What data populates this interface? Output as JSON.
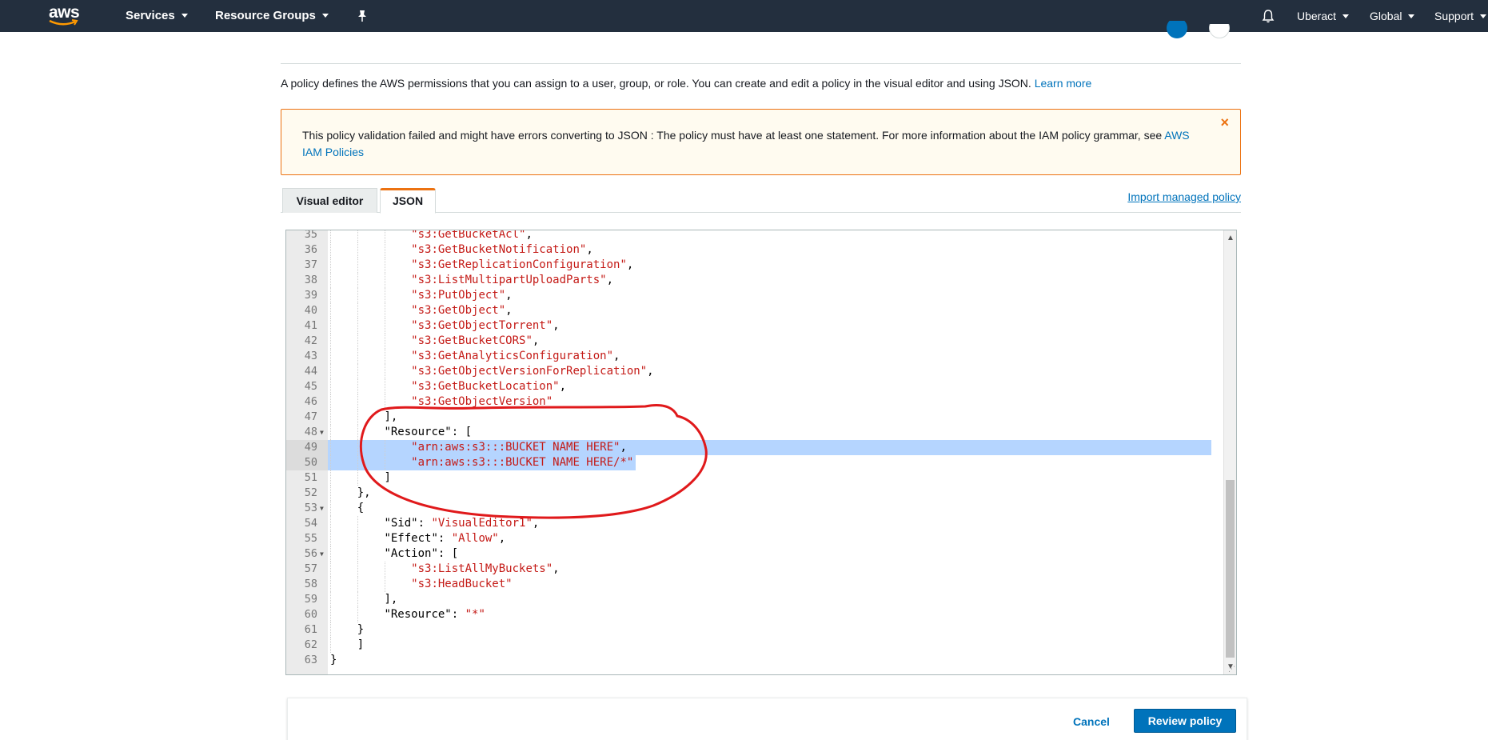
{
  "topnav": {
    "logo_text": "aws",
    "services_label": "Services",
    "resource_groups_label": "Resource Groups",
    "account_label": "Uberact",
    "region_label": "Global",
    "support_label": "Support",
    "bg_color": "#232f3e"
  },
  "intro": {
    "text": "A policy defines the AWS permissions that you can assign to a user, group, or role. You can create and edit a policy in the visual editor and using JSON. ",
    "learn_more": "Learn more"
  },
  "alert": {
    "text": "This policy validation failed and might have errors converting to JSON : The policy must have at least one statement. For more information about the IAM policy grammar, see ",
    "link": "AWS IAM Policies",
    "close": "×",
    "border_color": "#ec7211"
  },
  "tabs": [
    {
      "label": "Visual editor",
      "active": false
    },
    {
      "label": "JSON",
      "active": true
    }
  ],
  "import_managed_policy": "Import managed policy",
  "editor": {
    "lines": [
      {
        "n": "35",
        "indent": "            ",
        "parts": [
          {
            "t": "\"s3:GetBucketAcl\"",
            "s": true
          },
          {
            "t": ",",
            "s": false
          }
        ]
      },
      {
        "n": "36",
        "indent": "            ",
        "parts": [
          {
            "t": "\"s3:GetBucketNotification\"",
            "s": true
          },
          {
            "t": ",",
            "s": false
          }
        ]
      },
      {
        "n": "37",
        "indent": "            ",
        "parts": [
          {
            "t": "\"s3:GetReplicationConfiguration\"",
            "s": true
          },
          {
            "t": ",",
            "s": false
          }
        ]
      },
      {
        "n": "38",
        "indent": "            ",
        "parts": [
          {
            "t": "\"s3:ListMultipartUploadParts\"",
            "s": true
          },
          {
            "t": ",",
            "s": false
          }
        ]
      },
      {
        "n": "39",
        "indent": "            ",
        "parts": [
          {
            "t": "\"s3:PutObject\"",
            "s": true
          },
          {
            "t": ",",
            "s": false
          }
        ]
      },
      {
        "n": "40",
        "indent": "            ",
        "parts": [
          {
            "t": "\"s3:GetObject\"",
            "s": true
          },
          {
            "t": ",",
            "s": false
          }
        ]
      },
      {
        "n": "41",
        "indent": "            ",
        "parts": [
          {
            "t": "\"s3:GetObjectTorrent\"",
            "s": true
          },
          {
            "t": ",",
            "s": false
          }
        ]
      },
      {
        "n": "42",
        "indent": "            ",
        "parts": [
          {
            "t": "\"s3:GetBucketCORS\"",
            "s": true
          },
          {
            "t": ",",
            "s": false
          }
        ]
      },
      {
        "n": "43",
        "indent": "            ",
        "parts": [
          {
            "t": "\"s3:GetAnalyticsConfiguration\"",
            "s": true
          },
          {
            "t": ",",
            "s": false
          }
        ]
      },
      {
        "n": "44",
        "indent": "            ",
        "parts": [
          {
            "t": "\"s3:GetObjectVersionForReplication\"",
            "s": true
          },
          {
            "t": ",",
            "s": false
          }
        ]
      },
      {
        "n": "45",
        "indent": "            ",
        "parts": [
          {
            "t": "\"s3:GetBucketLocation\"",
            "s": true
          },
          {
            "t": ",",
            "s": false
          }
        ]
      },
      {
        "n": "46",
        "indent": "            ",
        "parts": [
          {
            "t": "\"s3:GetObjectVersion\"",
            "s": true
          }
        ]
      },
      {
        "n": "47",
        "indent": "        ",
        "parts": [
          {
            "t": "],",
            "s": false
          }
        ]
      },
      {
        "n": "48",
        "fold": true,
        "indent": "        ",
        "parts": [
          {
            "t": "\"Resource\": [",
            "s": false
          }
        ]
      },
      {
        "n": "49",
        "selected": true,
        "indent": "            ",
        "parts": [
          {
            "t": "\"arn:aws:s3:::BUCKET NAME HERE\"",
            "s": true
          },
          {
            "t": ",",
            "s": false
          }
        ]
      },
      {
        "n": "50",
        "selected": true,
        "indent": "            ",
        "parts": [
          {
            "t": "\"arn:aws:s3:::BUCKET NAME HERE/*\"",
            "s": true
          }
        ]
      },
      {
        "n": "51",
        "indent": "        ",
        "parts": [
          {
            "t": "]",
            "s": false
          }
        ]
      },
      {
        "n": "52",
        "indent": "    ",
        "parts": [
          {
            "t": "},",
            "s": false
          }
        ]
      },
      {
        "n": "53",
        "fold": true,
        "indent": "    ",
        "parts": [
          {
            "t": "{",
            "s": false
          }
        ]
      },
      {
        "n": "54",
        "indent": "        ",
        "parts": [
          {
            "t": "\"Sid\": ",
            "s": false
          },
          {
            "t": "\"VisualEditor1\"",
            "s": true
          },
          {
            "t": ",",
            "s": false
          }
        ]
      },
      {
        "n": "55",
        "indent": "        ",
        "parts": [
          {
            "t": "\"Effect\": ",
            "s": false
          },
          {
            "t": "\"Allow\"",
            "s": true
          },
          {
            "t": ",",
            "s": false
          }
        ]
      },
      {
        "n": "56",
        "fold": true,
        "indent": "        ",
        "parts": [
          {
            "t": "\"Action\": [",
            "s": false
          }
        ]
      },
      {
        "n": "57",
        "indent": "            ",
        "parts": [
          {
            "t": "\"s3:ListAllMyBuckets\"",
            "s": true
          },
          {
            "t": ",",
            "s": false
          }
        ]
      },
      {
        "n": "58",
        "indent": "            ",
        "parts": [
          {
            "t": "\"s3:HeadBucket\"",
            "s": true
          }
        ]
      },
      {
        "n": "59",
        "indent": "        ",
        "parts": [
          {
            "t": "],",
            "s": false
          }
        ]
      },
      {
        "n": "60",
        "indent": "        ",
        "parts": [
          {
            "t": "\"Resource\": ",
            "s": false
          },
          {
            "t": "\"*\"",
            "s": true
          }
        ]
      },
      {
        "n": "61",
        "indent": "    ",
        "parts": [
          {
            "t": "}",
            "s": false
          }
        ]
      },
      {
        "n": "62",
        "indent": "",
        "parts": [
          {
            "t": "]",
            "s": false
          }
        ],
        "pre": "    "
      },
      {
        "n": "63",
        "indent": "",
        "parts": [
          {
            "t": "}",
            "s": false
          }
        ]
      }
    ],
    "string_color": "#c41a16",
    "selection_color": "#b5d5ff"
  },
  "footer": {
    "cancel_label": "Cancel",
    "review_label": "Review policy",
    "primary_color": "#0073bb"
  }
}
